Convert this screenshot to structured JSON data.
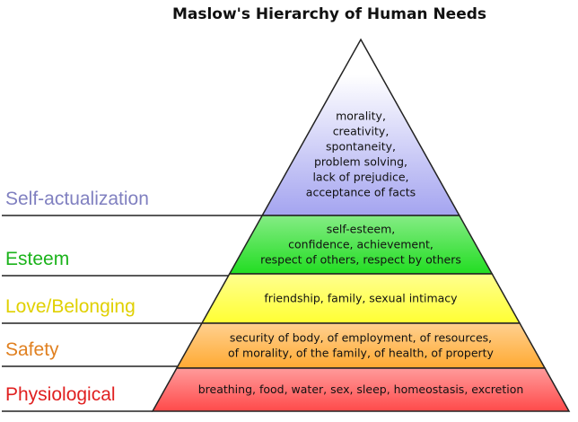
{
  "title": "Maslow's Hierarchy of Human Needs",
  "levels": [
    {
      "name": "Self-actualization",
      "color": "#a4a4f0",
      "label_color": "#8080c0",
      "lines": [
        "morality,",
        "creativity,",
        "spontaneity,",
        "problem solving,",
        "lack of prejudice,",
        "acceptance of facts"
      ]
    },
    {
      "name": "Esteem",
      "color": "#22dd22",
      "label_color": "#1bb31b",
      "lines": [
        "self-esteem,",
        "confidence, achievement,",
        "respect of others, respect by others"
      ]
    },
    {
      "name": "Love/Belonging",
      "color": "#ffff33",
      "label_color": "#e0d000",
      "lines": [
        "friendship, family, sexual intimacy"
      ]
    },
    {
      "name": "Safety",
      "color": "#ffaa33",
      "label_color": "#e08020",
      "lines": [
        "security of body, of employment, of resources,",
        "of morality, of the family, of health, of property"
      ]
    },
    {
      "name": "Physiological",
      "color": "#ff4a4a",
      "label_color": "#e02020",
      "lines": [
        "breathing, food, water, sex, sleep, homeostasis, excretion"
      ]
    }
  ]
}
